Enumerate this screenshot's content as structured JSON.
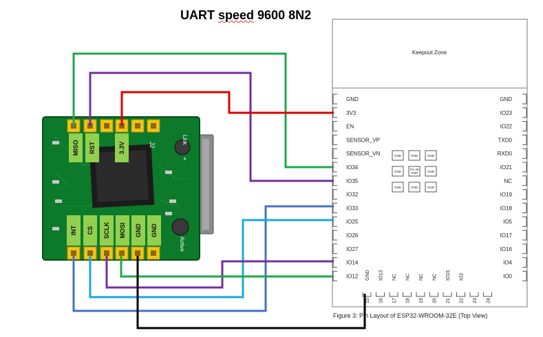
{
  "title": {
    "prefix": "UART ",
    "underlined": "speed",
    "suffix": " 9600  8N2"
  },
  "module": {
    "top_pin_labels": [
      "MISO",
      "RST",
      "3.3V"
    ],
    "bottom_pin_labels": [
      "INT",
      "CS",
      "SCLK",
      "MOSI",
      "GND",
      "GND"
    ],
    "silk_j2": "J2",
    "silk_link": "Link",
    "silk_active": "Active",
    "silk_plus": "+"
  },
  "esp": {
    "keepout": "Keepout Zone",
    "left_pins": [
      "GND",
      "3V3",
      "EN",
      "SENSOR_VP",
      "SENSOR_VN",
      "IO34",
      "IO35",
      "IO32",
      "IO33",
      "IO25",
      "IO26",
      "IO27",
      "IO14",
      "IO12"
    ],
    "right_pins": [
      "GND",
      "IO23",
      "IO22",
      "TXD0",
      "RXD0",
      "IO21",
      "NC",
      "IO19",
      "IO18",
      "IO5",
      "IO17",
      "IO16",
      "IO4",
      "IO0"
    ],
    "bottom_pins": [
      "GND",
      "IO13",
      "NC",
      "NC",
      "NC",
      "NC",
      "IO15",
      "IO2"
    ],
    "bottom_numbers": [
      "15",
      "16",
      "17",
      "18",
      "19",
      "20",
      "21",
      "22",
      "23",
      "24"
    ],
    "center_pads": [
      "GND",
      "GND",
      "GND",
      "GND",
      "Pin 39 GND",
      "GND",
      "GND",
      "GND",
      "GND"
    ],
    "caption": "Figure 3: Pin Layout of ESP32-WROOM-32E (Top View)"
  },
  "wire_colors": {
    "green": "#1aaa4a",
    "purple": "#7030a0",
    "red": "#e00000",
    "blue": "#4472c4",
    "cyan": "#19a7e0",
    "black": "#000000"
  }
}
